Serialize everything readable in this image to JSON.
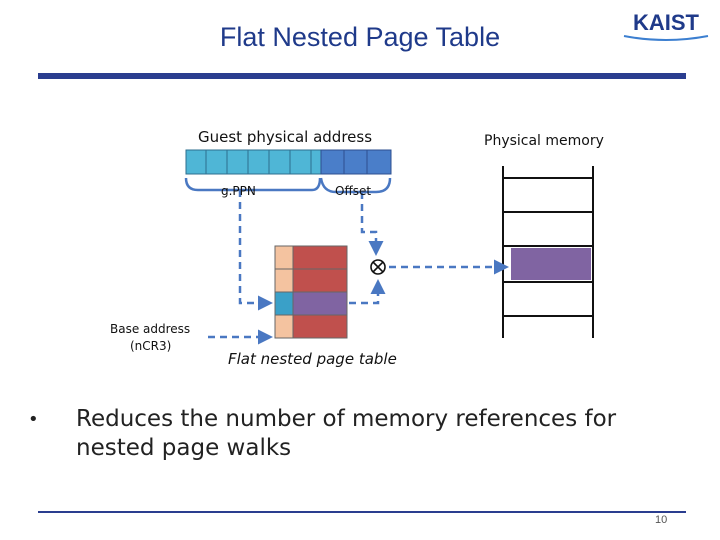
{
  "slide": {
    "title": "Flat Nested Page Table",
    "logo_text": "KAIST",
    "page_number": "10"
  },
  "diagram": {
    "guest_address_label": "Guest physical address",
    "gppn_label": "g.PPN",
    "offset_label": "Offset",
    "physical_memory_label": "Physical memory",
    "base_address_line1": "Base address",
    "base_address_line2": "(nCR3)",
    "table_label": "Flat nested page table"
  },
  "bullets": [
    {
      "text": "Reduces the number of memory references for nested page walks"
    }
  ],
  "colors": {
    "accent": "#2a3d8f",
    "gppn_cell": "#4fb6d6",
    "offset_cell": "#4a7ec9",
    "table_left": "#f4c3a0",
    "table_left_selected": "#3aa0c8",
    "table_entry": "#c0504d",
    "selected_entry": "#8064a2",
    "arrow": "#4a78c2"
  }
}
